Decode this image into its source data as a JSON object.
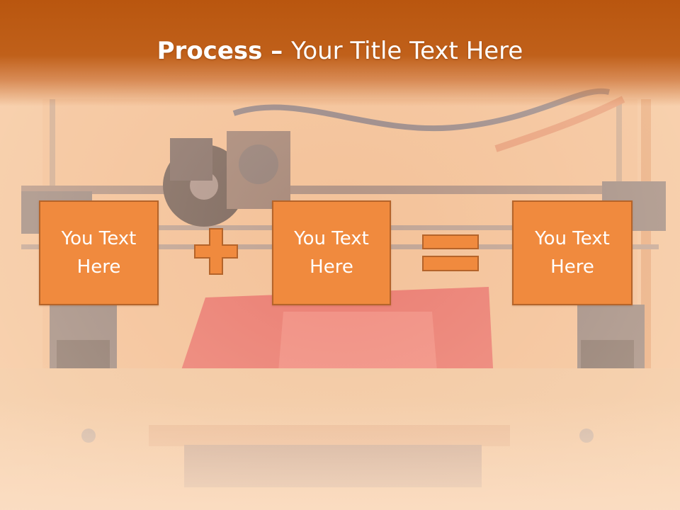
{
  "slide": {
    "title_bold": "Process",
    "title_dash": " – ",
    "title_rest": "Your Title Text Here"
  },
  "process": {
    "box1": "You Text Here",
    "operator1": "plus-icon",
    "box2": "You Text Here",
    "operator2": "equals-icon",
    "box3": "You Text Here"
  },
  "colors": {
    "banner": "#b9560f",
    "box_fill": "#f08a3e",
    "box_border": "#b5642a",
    "text": "#ffffff"
  }
}
